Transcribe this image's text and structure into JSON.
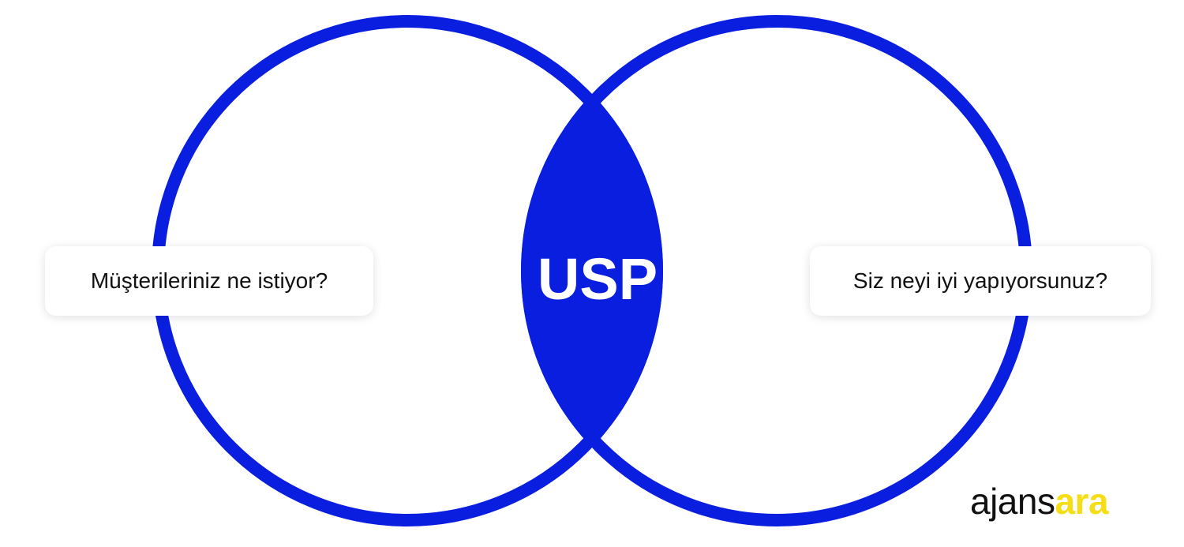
{
  "diagram": {
    "center_label": "USP",
    "left_question": "Müşterileriniz ne istiyor?",
    "right_question": "Siz neyi iyi yapıyorsunuz?"
  },
  "logo": {
    "part1": "ajans",
    "part2": "ara"
  },
  "colors": {
    "primary_blue": "#0a1ee0",
    "logo_dark": "#111111",
    "logo_accent": "#f5de16",
    "background": "#ffffff"
  }
}
